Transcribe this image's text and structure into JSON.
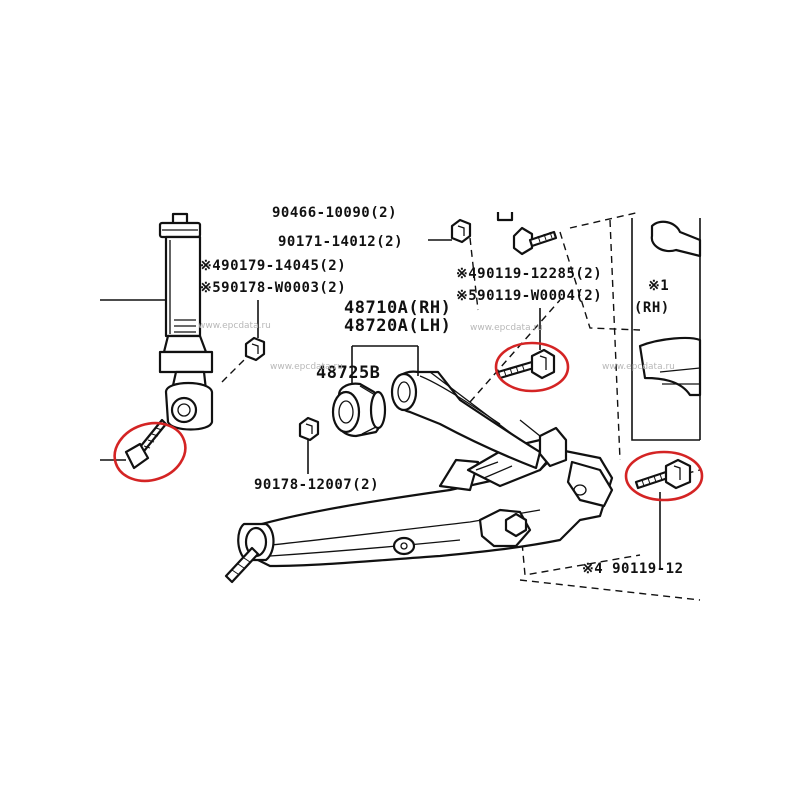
{
  "labels": {
    "top_cut": "90466-10090(2)",
    "nut_a": "90171-14012(2)",
    "bolt_a_ref": "※490179-14045(2)",
    "bolt_a_alt": "※590178-W0003(2)",
    "bolt_b_ref": "※490119-12285(2)",
    "bolt_b_alt": "※590119-W0004(2)",
    "arm_rh": "48710A(RH)",
    "arm_lh": "48720A(LH)",
    "bushing": "48725B",
    "nut_b": "90178-12007(2)",
    "bolt_c_ref": "※4 90119-12",
    "side_ref": "※1",
    "side_rh": "(RH)"
  },
  "watermarks": [
    "www.epcdata.ru",
    "www.epcdata.ru",
    "www.epcdata.ru",
    "www.epcdata.ru"
  ],
  "colors": {
    "line": "#111111",
    "highlight": "#d42424",
    "watermark": "#b8b8b8",
    "background": "#ffffff"
  }
}
